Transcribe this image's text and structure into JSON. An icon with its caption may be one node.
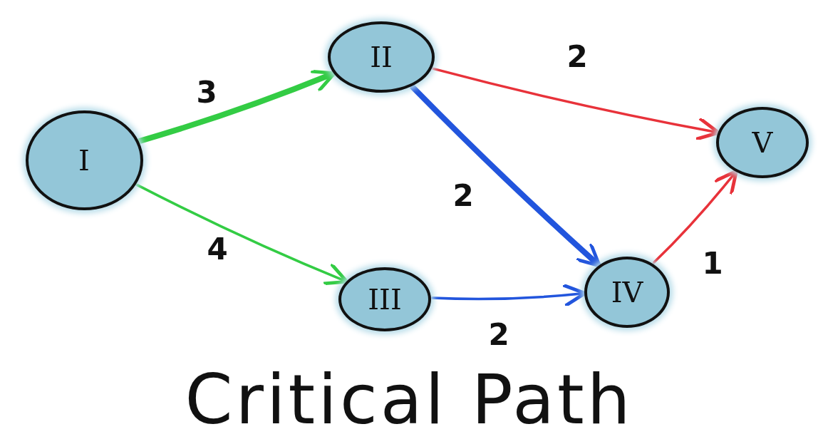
{
  "diagram": {
    "title": "Critical Path",
    "nodes": [
      {
        "text": [
          "I"
        ]
      },
      {
        "text": [
          "II"
        ]
      },
      {
        "text": [
          "III"
        ]
      },
      {
        "text": [
          "IV"
        ]
      },
      {
        "text": [
          "V"
        ]
      }
    ],
    "edges": [
      {
        "from": 0,
        "to": 1,
        "arrow": "to",
        "label": "3",
        "style": "thick",
        "color": "#33cc44"
      },
      {
        "from": 0,
        "to": 2,
        "arrow": "to",
        "label": "4",
        "color": "#33cc44"
      },
      {
        "from": 1,
        "to": 4,
        "arrow": "to",
        "label": "2",
        "color": "#e8323a"
      },
      {
        "from": 1,
        "to": 3,
        "arrow": "to",
        "label": "2",
        "style": "thick",
        "color": "#2255dd"
      },
      {
        "from": 2,
        "to": 3,
        "arrow": "to",
        "label": "2",
        "color": "#2255dd"
      },
      {
        "from": 3,
        "to": 4,
        "arrow": "to",
        "label": "1",
        "color": "#e8323a"
      }
    ]
  }
}
